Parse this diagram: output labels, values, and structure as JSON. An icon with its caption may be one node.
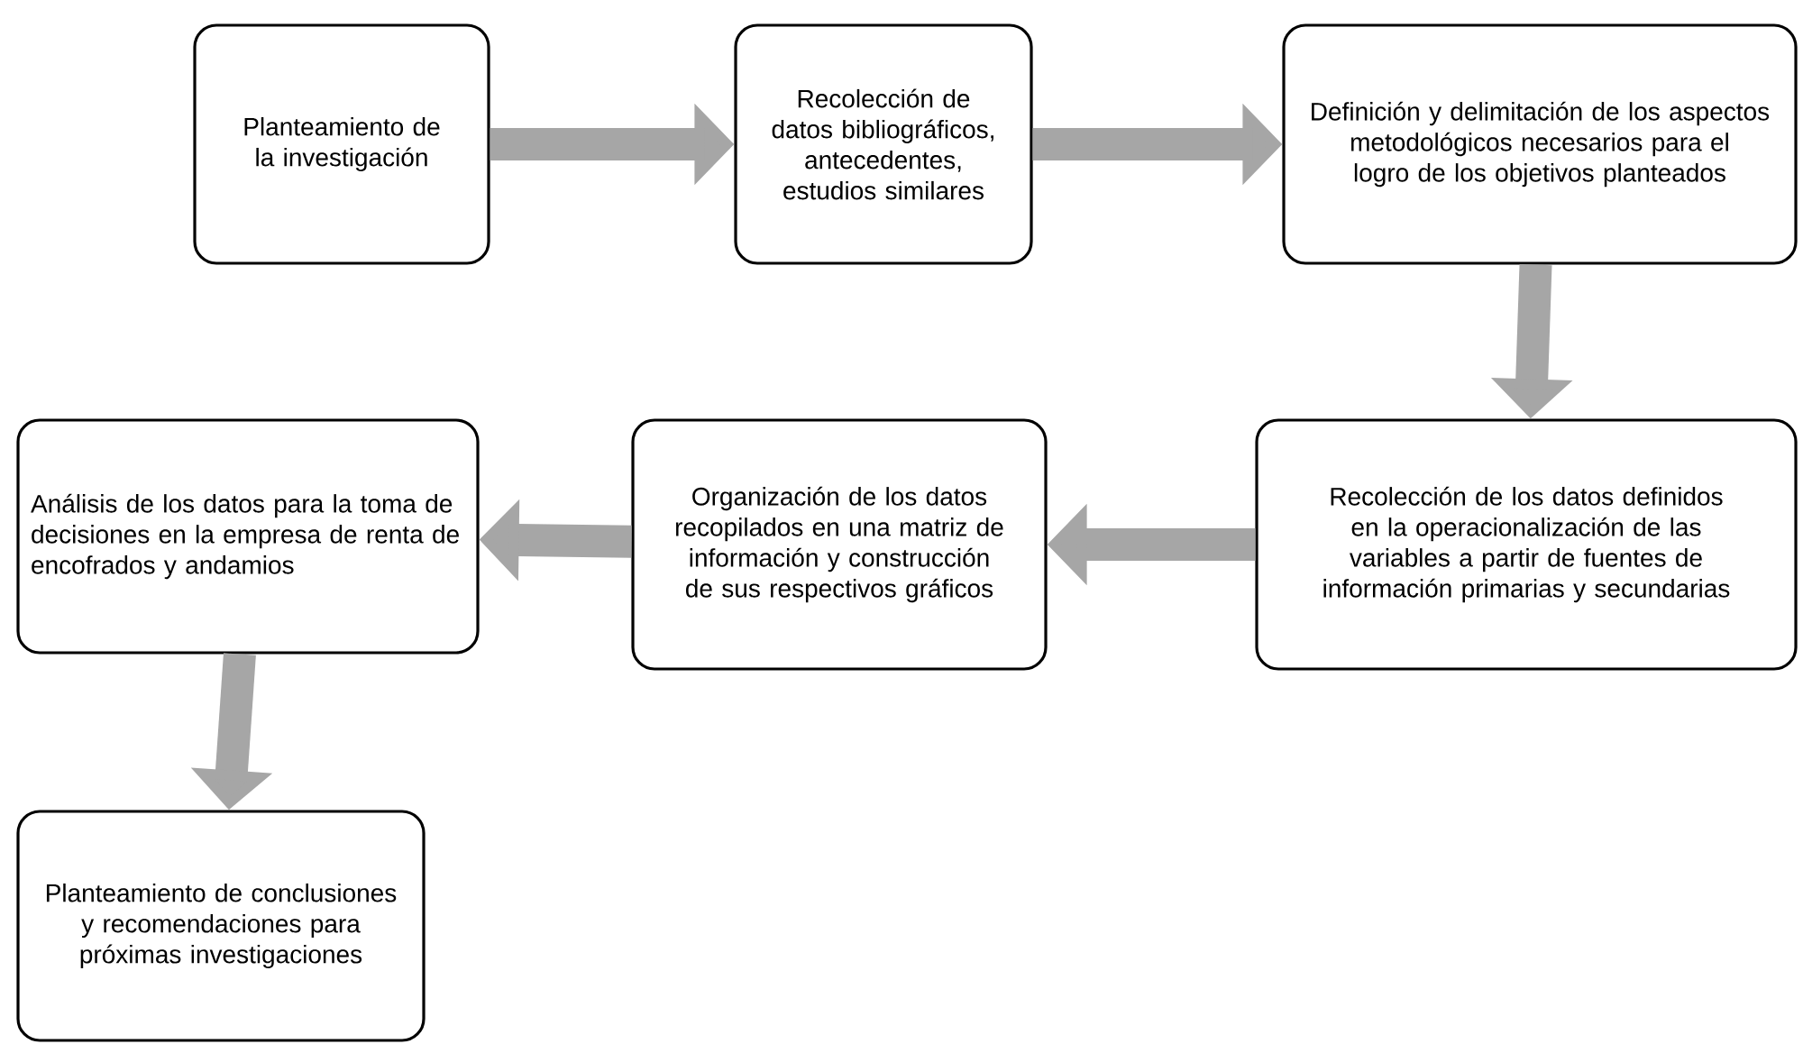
{
  "diagram": {
    "nodes": [
      {
        "text": [
          "Planteamiento de la investigación"
        ]
      },
      {
        "text": [
          "Recolección de datos bibliográficos, antecedentes, estudios similares"
        ]
      },
      {
        "text": [
          "Definición y delimitación de los aspectos metodológicos necesarios para el logro de los objetivos planteados"
        ]
      },
      {
        "text": [
          "Recolección de los datos definidos en la operacionalización de las variables a partir de fuentes de información primarias y secundarias"
        ]
      },
      {
        "text": [
          "Organización de los datos recopilados en una matriz de información y construcción de sus respectivos gráficos"
        ]
      },
      {
        "text": [
          "Análisis de los datos para la toma de decisiones en la empresa de renta de encofrados y andamios"
        ]
      },
      {
        "text": [
          "Planteamiento de conclusiones y recomendaciones para próximas investigaciones"
        ]
      }
    ],
    "edges": [
      {
        "from": 0,
        "to": 1,
        "arrow": "to"
      },
      {
        "from": 1,
        "to": 2,
        "arrow": "to"
      },
      {
        "from": 2,
        "to": 3,
        "arrow": "to"
      },
      {
        "from": 3,
        "to": 4,
        "arrow": "to"
      },
      {
        "from": 4,
        "to": 5,
        "arrow": "to"
      },
      {
        "from": 5,
        "to": 6,
        "arrow": "to"
      }
    ]
  }
}
